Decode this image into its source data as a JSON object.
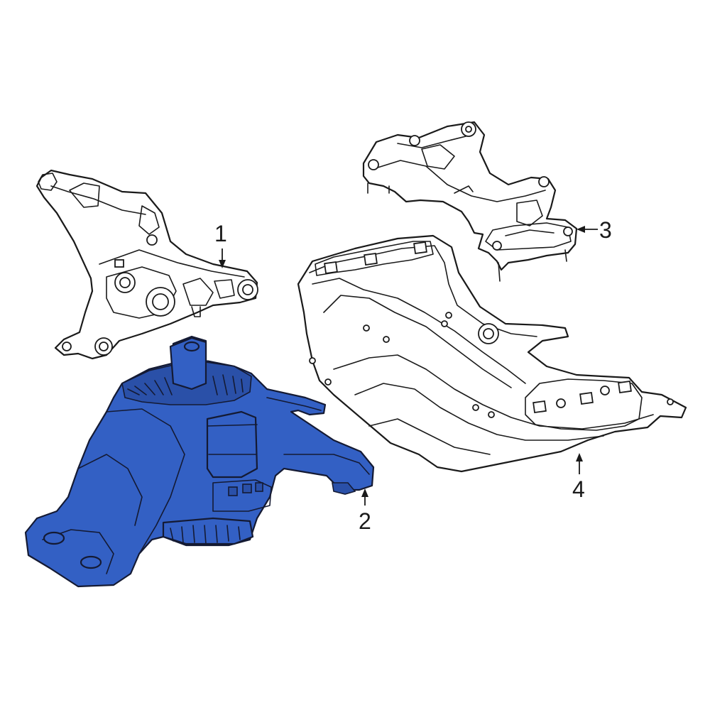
{
  "colors": {
    "highlight": "#3360c4",
    "outline": "#1a1a1a",
    "background": "#ffffff"
  },
  "callouts": [
    {
      "id": "1",
      "label": "1"
    },
    {
      "id": "2",
      "label": "2"
    },
    {
      "id": "3",
      "label": "3"
    },
    {
      "id": "4",
      "label": "4"
    }
  ],
  "highlighted_part": "2"
}
